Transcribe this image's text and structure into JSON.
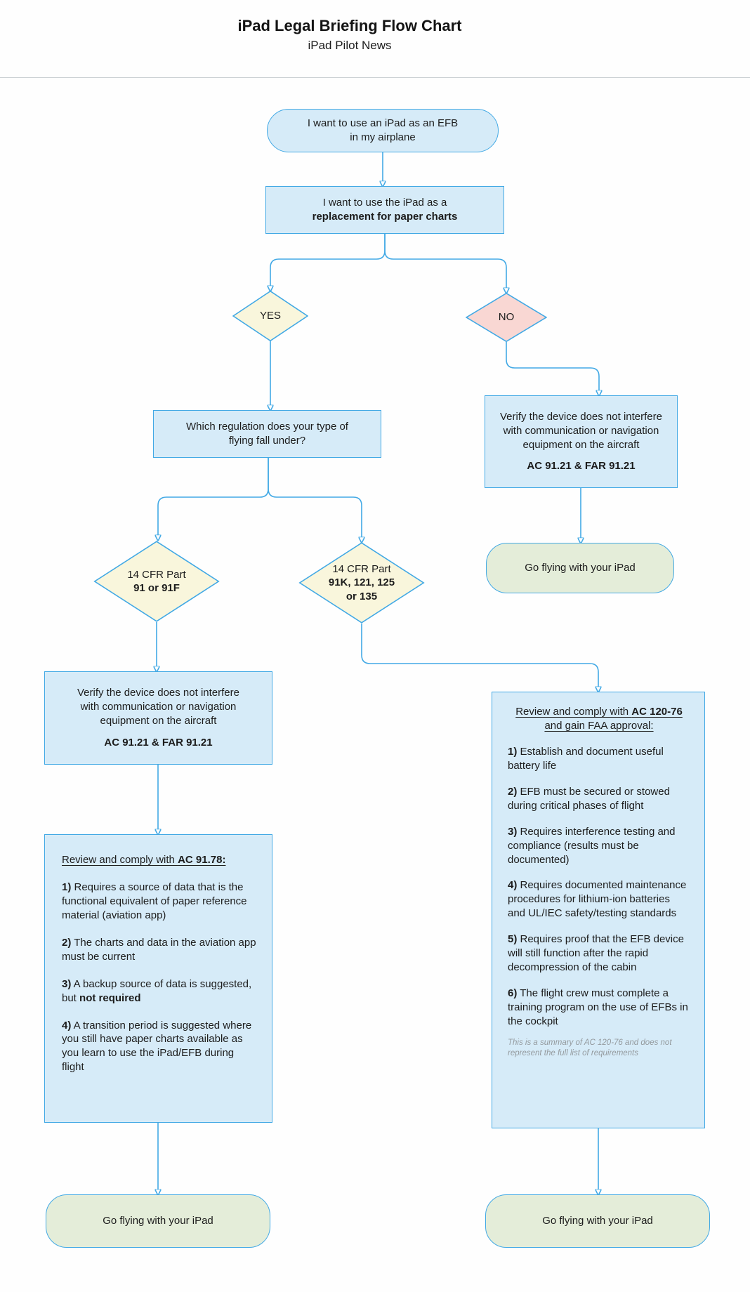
{
  "header": {
    "title": "iPad Legal Briefing Flow Chart",
    "subtitle": "iPad Pilot News"
  },
  "colors": {
    "connector_blue": "#42a9e5",
    "node_fill_blue": "#d6ebf8",
    "diamond_yellow": "#f9f6dc",
    "diamond_pink": "#f9d7d3",
    "go_pill_green": "#e4edd9"
  },
  "flow": {
    "start": {
      "lines": [
        "I want to use an iPad as an EFB",
        "in my airplane"
      ]
    },
    "paper_charts": {
      "line1": "I want to use the iPad as a",
      "line2": "replacement for paper charts"
    },
    "yes_label": "YES",
    "no_label": "NO",
    "regulation_question": {
      "lines": [
        "Which regulation does your type of",
        "flying fall under?"
      ]
    },
    "verify_interference": {
      "lines": [
        "Verify the device does not interfere",
        "with communication or navigation",
        "equipment on the aircraft"
      ],
      "ref": "AC 91.21 & FAR 91.21"
    },
    "go_flying_label": "Go flying with your iPad",
    "part91": {
      "line1": "14 CFR Part",
      "line2": "91 or 91F"
    },
    "part91k": {
      "line1": "14 CFR Part",
      "line2": "91K, 121, 125",
      "line3": "or 135"
    },
    "ac9178": {
      "heading_pre": "Review and comply with ",
      "heading_bold": "AC 91.78:",
      "items": [
        {
          "num": "1)",
          "pre": " Requires a source of data that is the functional equivalent of paper reference material (aviation app)",
          "bold": ""
        },
        {
          "num": "2)",
          "pre": " The charts and data in the aviation app must be current",
          "bold": ""
        },
        {
          "num": "3)",
          "pre": " A backup source of data is suggested, but ",
          "bold": "not required"
        },
        {
          "num": "4)",
          "pre": " A transition period is suggested where you still have paper charts available as you learn to use the iPad/EFB during flight",
          "bold": ""
        }
      ]
    },
    "ac12076": {
      "heading_pre": "Review and comply with ",
      "heading_bold": "AC 120-76",
      "heading_post": " and gain FAA approval:",
      "items": [
        {
          "num": "1)",
          "pre": " Establish and document useful battery life"
        },
        {
          "num": "2)",
          "pre": " EFB must be secured or stowed during critical phases of flight"
        },
        {
          "num": "3)",
          "pre": " Requires interference testing and compliance (results must be documented)"
        },
        {
          "num": "4)",
          "pre": " Requires documented maintenance procedures for lithium-ion batteries and UL/IEC safety/testing standards"
        },
        {
          "num": "5)",
          "pre": " Requires proof that the EFB device will still function after the rapid decompression of the cabin"
        },
        {
          "num": "6)",
          "pre": " The flight crew must complete a training program on the use of EFBs in the cockpit"
        }
      ],
      "footnote": "This is a summary of AC 120-76 and does not represent the full list of requirements"
    }
  }
}
